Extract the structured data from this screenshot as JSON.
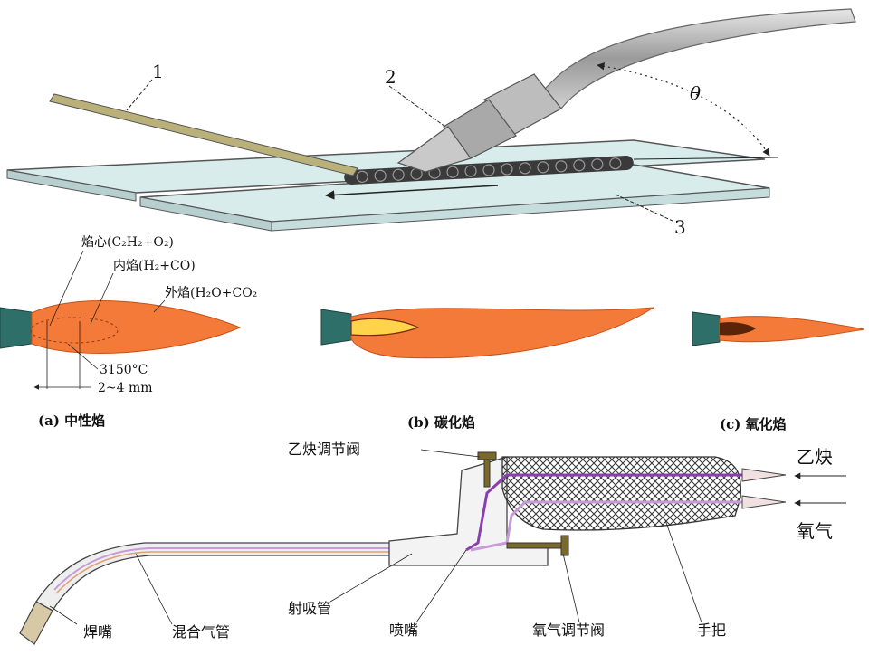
{
  "welding_scene": {
    "part_labels": [
      "1",
      "2",
      "3"
    ],
    "angle_label": "θ"
  },
  "flames": {
    "neutral": {
      "caption": "(a) 中性焰",
      "core_label": "焰心(C₂H₂+O₂)",
      "inner_label": "内焰(H₂+CO)",
      "outer_label": "外焰(H₂O+CO₂",
      "temp_label": "3150°C",
      "distance_label": "2~4 mm"
    },
    "carburizing": {
      "caption": "(b) 碳化焰"
    },
    "oxidizing": {
      "caption": "(c) 氧化焰"
    }
  },
  "torch": {
    "acetylene_valve_label": "乙炔调节阀",
    "acetylene_label": "乙炔",
    "oxygen_label": "氧气",
    "tip_label": "焊嘴",
    "mixing_tube_label": "混合气管",
    "injector_tube_label": "射吸管",
    "nozzle_label": "喷嘴",
    "oxygen_valve_label": "氧气调节阀",
    "handle_label": "手把"
  },
  "colors": {
    "flame_orange": "#f47a3a",
    "plate_fill": "#d9ecec",
    "rod_fill": "#b9b07a",
    "acetylene_line": "#8a3fb0",
    "oxygen_line": "#c79ad8",
    "nozzle_teal": "#2f6f6a"
  }
}
